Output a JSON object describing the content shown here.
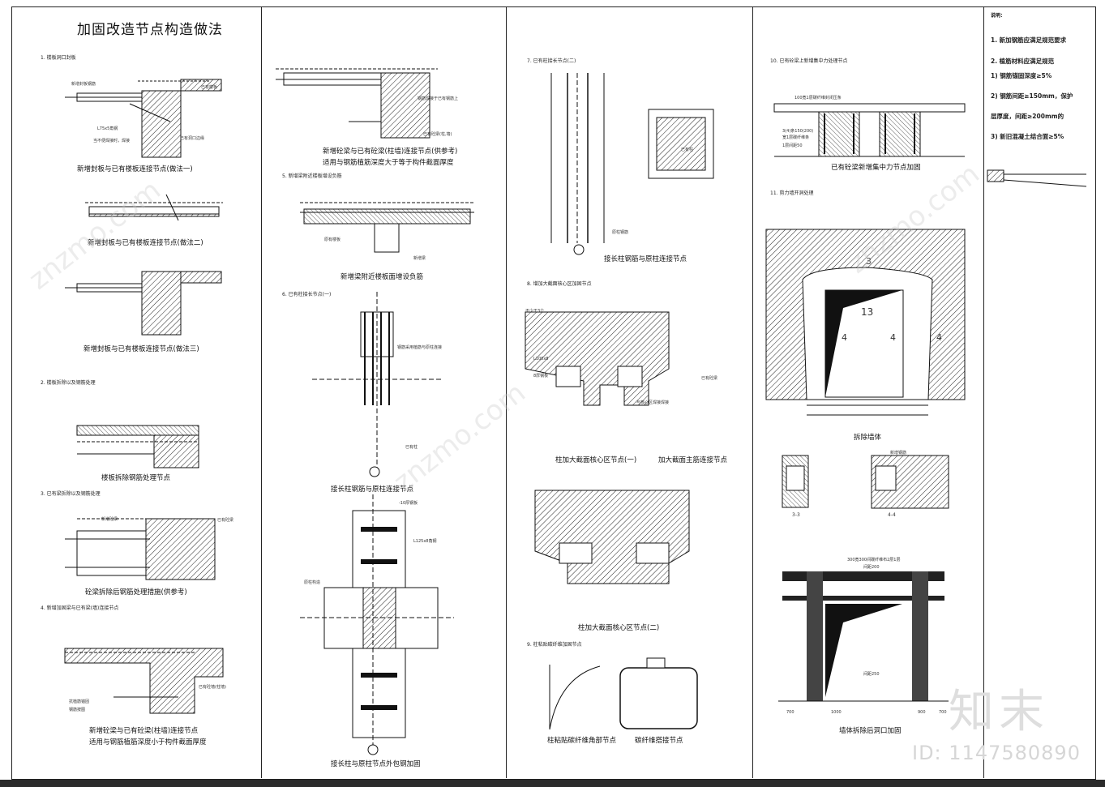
{
  "sheet": {
    "title": "加固改造节点构造做法",
    "watermark_id": "ID: 1147580890",
    "watermark_logo": "知末",
    "watermark_site": "znzmo.com"
  },
  "columns": {
    "col1": {
      "sections": [
        "1. 楼板洞口封板",
        "2. 楼板拆除以及钢筋处理",
        "3. 已有梁拆除以及钢筋处理",
        "4. 新增加固梁与已有梁(墙)连接节点"
      ],
      "captions": [
        "新增封板与已有楼板连接节点(做法一)",
        "新增封板与已有楼板连接节点(做法二)",
        "新增封板与已有楼板连接节点(做法三)",
        "楼板拆除钢筋处理节点",
        "砼梁拆除后钢筋处理措施(供参考)",
        "新增砼梁与已有砼梁(柱墙)连接节点",
        "适用与钢筋植筋深度小于构件截面厚度"
      ],
      "labels": [
        "新增封板钢筋",
        "已有楼板",
        "L75x5角钢",
        "当不便焊接时，焊接",
        "已有洞口边缘",
        "已有砼梁",
        "新增砼梁",
        "已有砼墙(柱墙)",
        "抗植筋锚固",
        "钢筋按图"
      ]
    },
    "col2": {
      "sections": [
        "5. 新增梁附近楼板增设负筋",
        "6. 已有柱接长节点(一)"
      ],
      "captions": [
        "新增砼梁与已有砼梁(柱墙)连接节点(供参考)",
        "适用与钢筋植筋深度大于等于构件截面厚度",
        "新增梁附近楼板面增设负筋",
        "接长柱钢筋与原柱连接节点",
        "接长柱与原柱节点外包钢加固"
      ],
      "labels": [
        "已有砼梁(柱,墙)",
        "钢筋焊接于已有钢筋上",
        "新增梁",
        "原有楼板",
        "已有柱",
        "L125x8角钢",
        "-10厚钢板",
        "原柱构造",
        "钢筋采用植筋与原柱连接"
      ]
    },
    "col3": {
      "sections": [
        "7. 已有柱接长节点(二)",
        "8. 增加大截面核心区加固节点",
        "9. 柱粘贴碳纤维加固节点"
      ],
      "captions": [
        "接长柱钢筋与原柱连接节点",
        "柱加大截面核心区节点(一)",
        "加大截面主筋连接节点",
        "柱加大截面核心区节点(二)",
        "柱粘贴碳纤维角部节点",
        "碳纤维搭接节点"
      ],
      "labels": [
        "已有柱",
        "L100x8",
        "8厚钢板",
        "不少于3个",
        "已有砼梁",
        "与核心区焊接焊接",
        "原柱钢筋"
      ]
    },
    "col4": {
      "sections": [
        "10. 已有砼梁上新增集中力处理节点",
        "11. 剪力墙开洞处理"
      ],
      "captions": [
        "已有砼梁新增集中力节点加固",
        "拆除墙体",
        "墙体拆除后洞口加固"
      ],
      "labels": [
        "100宽1层碳纤维封闭压条",
        "3(4)条150(200)",
        "宽1层碳纤维条",
        "1层间距50",
        "新增钢筋",
        "300宽300间碳纤维布2层1层",
        "间距200",
        "间距250"
      ],
      "wall_numbers": [
        "3",
        "4",
        "13",
        "4",
        "4"
      ],
      "section_tags": [
        "3-3",
        "4-4"
      ],
      "dims": [
        "700",
        "1000",
        "900",
        "700"
      ]
    },
    "notes": {
      "head": "说明：",
      "lines": [
        "1. 新加钢筋应满足规范要求",
        "2. 植筋材料应满足规范",
        "1) 钢筋锚固深度≥5%",
        "2) 钢筋间距≥150mm，保护",
        "层厚度，间距≥200mm的",
        "3) 新旧混凝土结合面≥5%"
      ]
    }
  }
}
